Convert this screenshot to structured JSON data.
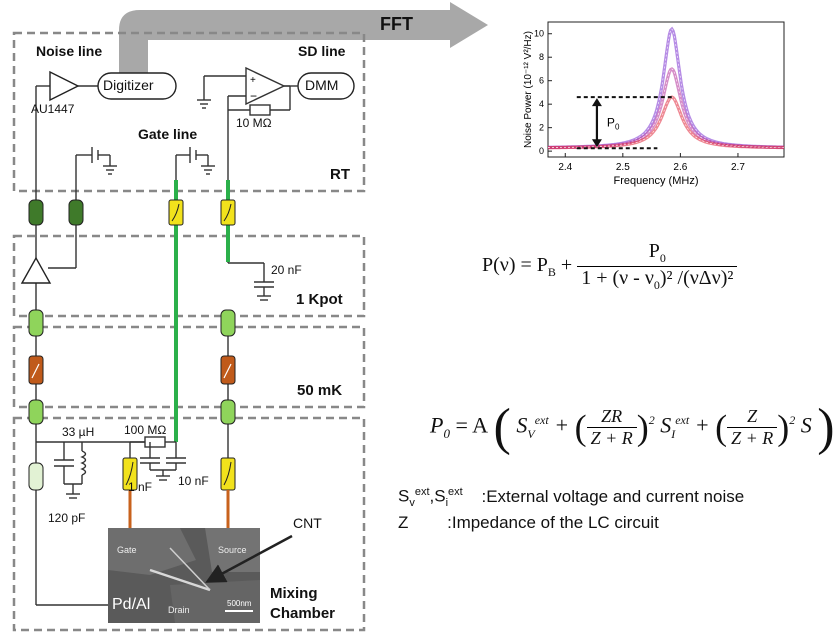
{
  "labels": {
    "noise_line": "Noise line",
    "sd_line": "SD line",
    "digitizer": "Digitizer",
    "dmm": "DMM",
    "amp_model": "AU1447",
    "r_10m": "10 MΩ",
    "gate_line": "Gate line",
    "rt": "RT",
    "fft": "FFT",
    "c_20n": "20 nF",
    "kpot": "1 Kpot",
    "mk50": "50 mK",
    "l_33u": "33 µH",
    "r_100m": "100 MΩ",
    "c_1n": "1 nF",
    "c_10n": "10 nF",
    "c_120p": "120 pF",
    "cnt": "CNT",
    "mixing": "Mixing",
    "chamber": "Chamber",
    "pd_al": "Pd/Al",
    "sem_gate": "Gate",
    "sem_source": "Source",
    "sem_drain": "Drain",
    "sem_scale": "500nm"
  },
  "equations": {
    "p_nu_lhs": "P(ν) = P",
    "p_b_sub": "B",
    "p_num": "P",
    "p_num_sub": "0",
    "p_den": "1 + (ν - ν",
    "p_den_sub": "0",
    "p_den_rest": ")² /(νΔν)²",
    "p0_lhs": "P",
    "p0_lhs_sub": "0",
    "p0_rhs": "= A"
  },
  "notes": {
    "line1_sym": "S",
    "line1_sub1": "v",
    "line1_sup1": "ext",
    "line1_sep": ",S",
    "line1_sub2": "i",
    "line1_sup2": "ext",
    "line1_desc": ":External voltage and current noise",
    "line2_sym": "Z",
    "line2_desc": ":Impedance of the LC circuit"
  },
  "chart_data": {
    "type": "line",
    "xlabel": "Frequency (MHz)",
    "ylabel": "Noise Power (10⁻¹² V²/Hz)",
    "xlim": [
      2.37,
      2.78
    ],
    "ylim": [
      -0.5,
      11
    ],
    "xticks": [
      "2.4",
      "2.5",
      "2.6",
      "2.7"
    ],
    "xtick_values": [
      2.4,
      2.5,
      2.6,
      2.7
    ],
    "yticks": [
      "0",
      "2",
      "4",
      "6",
      "8",
      "10"
    ],
    "ytick_values": [
      0,
      2,
      4,
      6,
      8,
      10
    ],
    "annotation": "P",
    "annotation_sub": "0",
    "series": [
      {
        "center": 2.585,
        "background": 0.25,
        "peak": 10.4,
        "width": 0.018,
        "color": "#7a2ed0"
      },
      {
        "center": 2.585,
        "background": 0.25,
        "peak": 7.0,
        "width": 0.02,
        "color": "#b5309a"
      },
      {
        "center": 2.585,
        "background": 0.25,
        "peak": 4.6,
        "width": 0.022,
        "color": "#e0273a"
      }
    ]
  }
}
